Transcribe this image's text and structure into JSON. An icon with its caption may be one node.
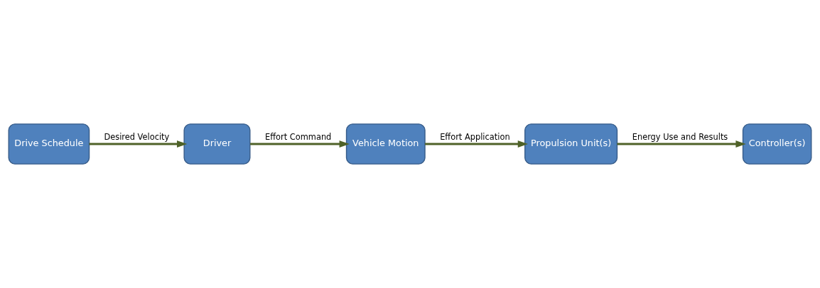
{
  "diagram": {
    "nodes": [
      {
        "text": [
          "Drive Schedule"
        ]
      },
      {
        "text": [
          "Driver"
        ]
      },
      {
        "text": [
          "Controller(s)"
        ]
      },
      {
        "text": [
          "Propulsion Unit(s)"
        ]
      },
      {
        "text": [
          "Vehicle Motion"
        ]
      }
    ],
    "edges": [
      {
        "from": 0,
        "to": 1,
        "arrow": "to",
        "label": "Desired Velocity"
      },
      {
        "from": 1,
        "to": 4,
        "arrow": "to",
        "label": "Effort Command"
      },
      {
        "from": 3,
        "to": 2,
        "arrow": "to",
        "label": "Energy Use and Results"
      },
      {
        "from": 4,
        "to": 3,
        "arrow": "to",
        "label": "Effort Application"
      }
    ]
  }
}
